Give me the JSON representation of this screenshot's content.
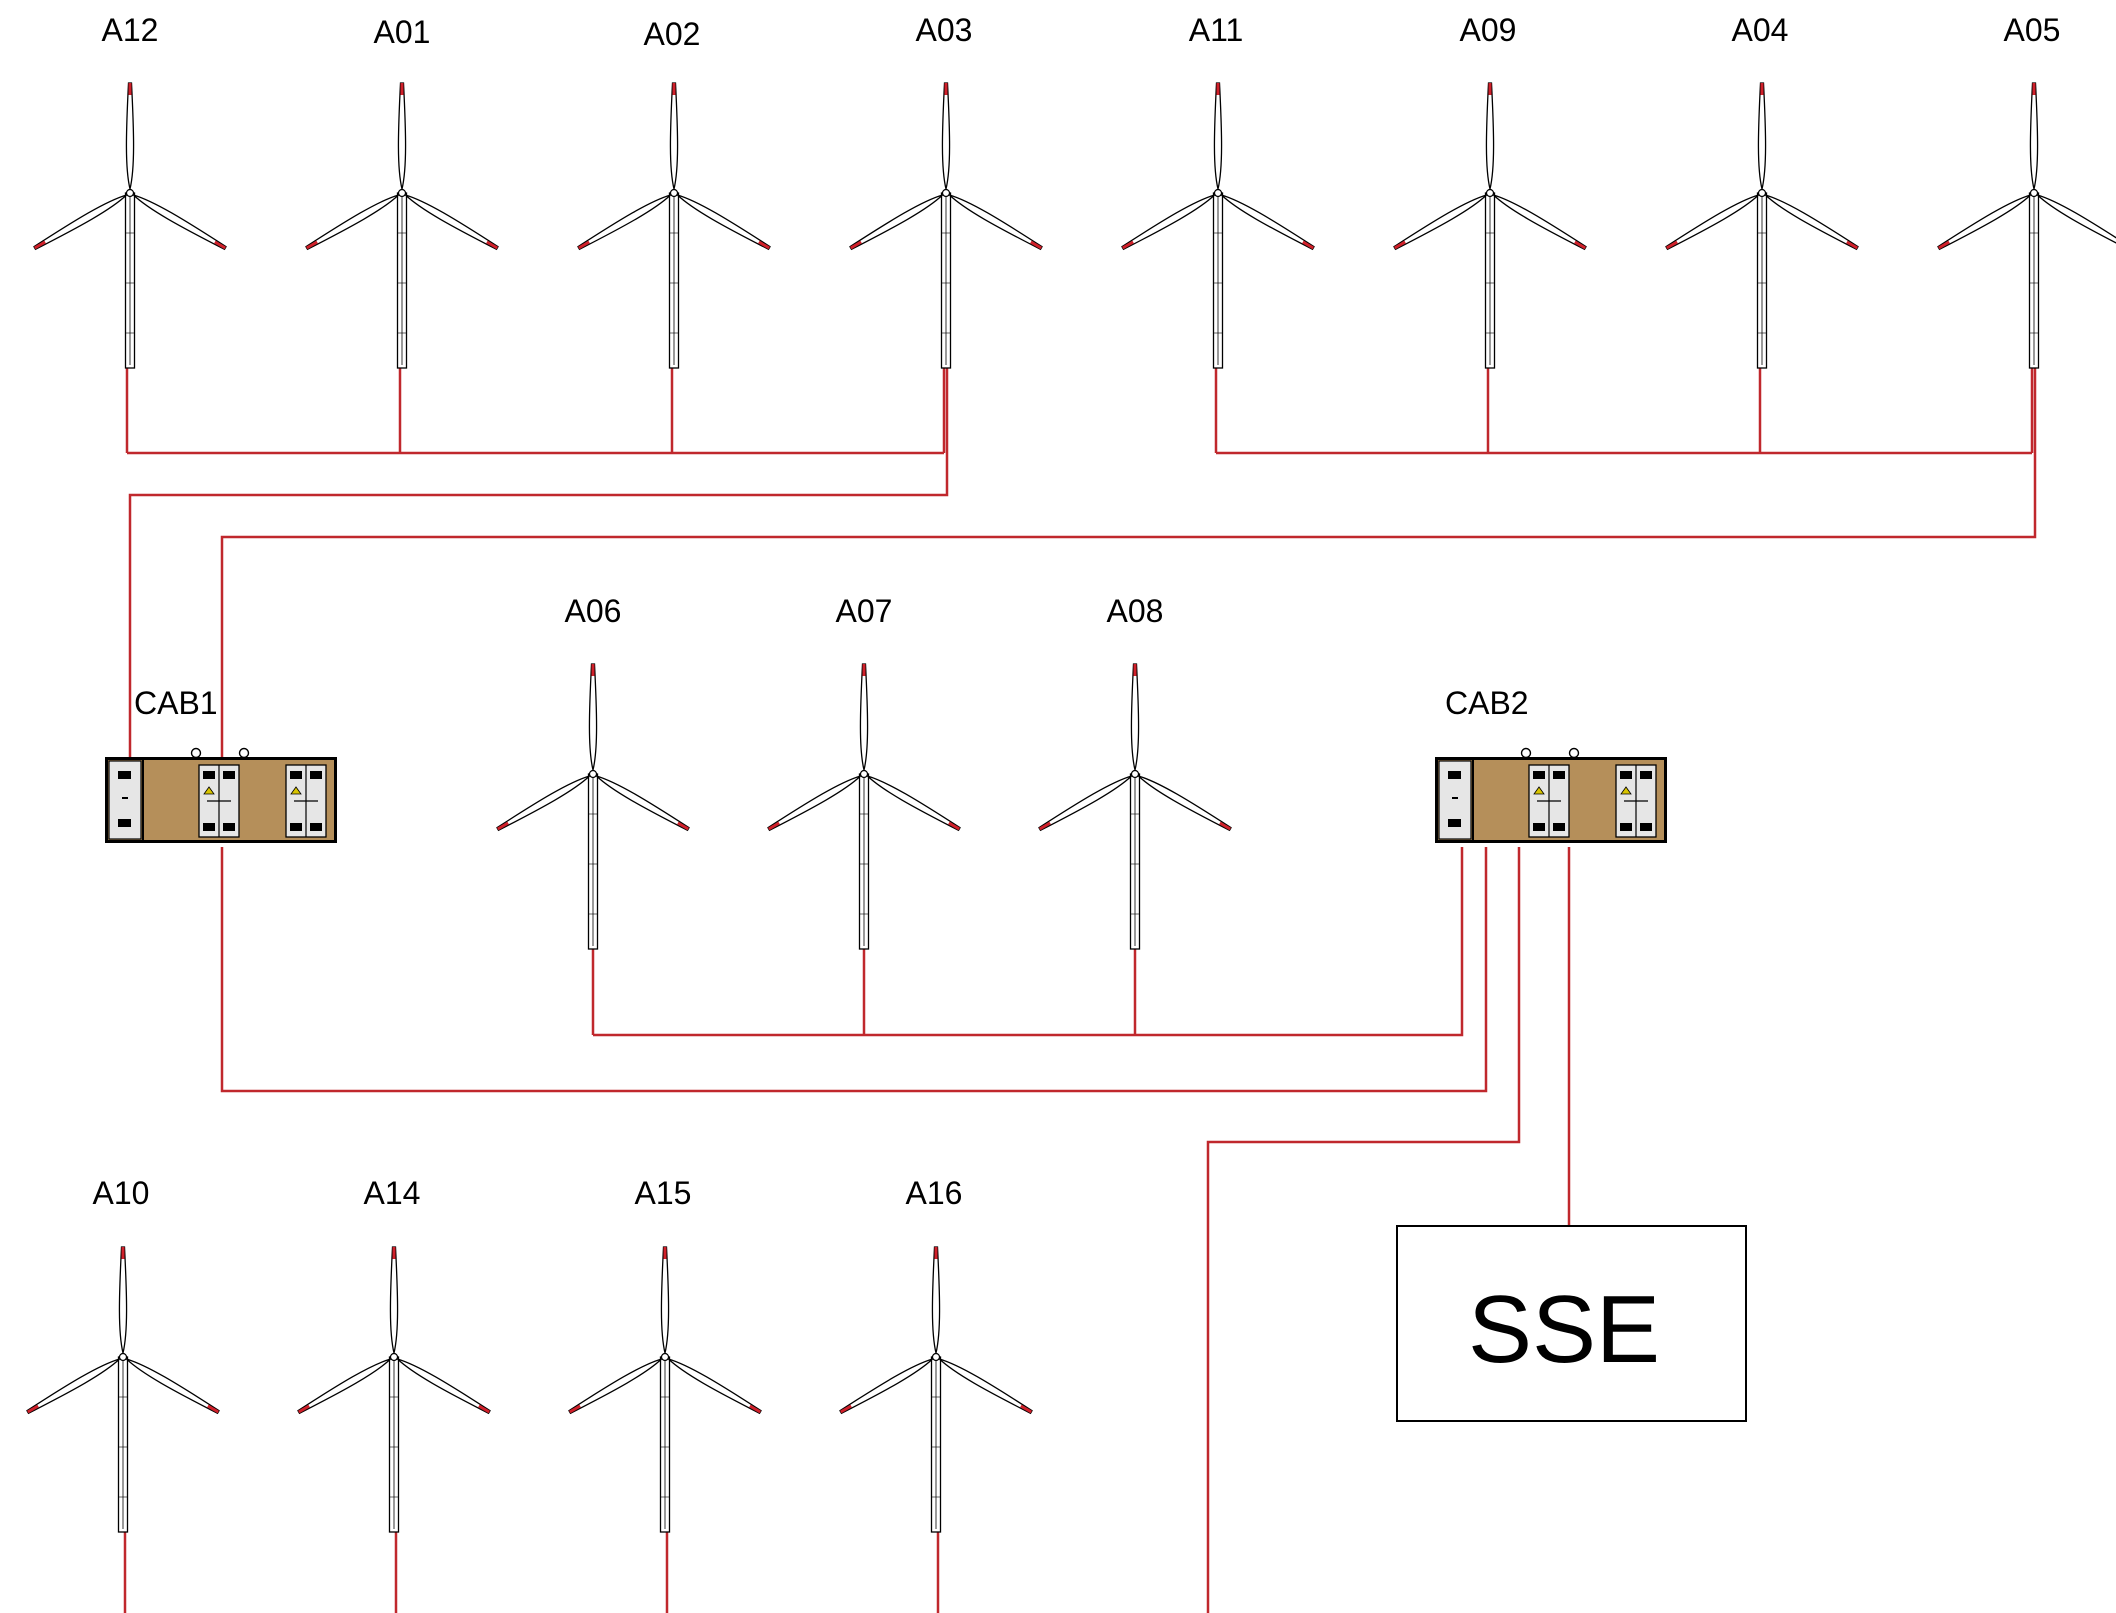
{
  "diagram": {
    "turbines": {
      "row1": [
        "A12",
        "A01",
        "A02",
        "A03",
        "A11",
        "A09",
        "A04",
        "A05"
      ],
      "row2": [
        "A06",
        "A07",
        "A08"
      ],
      "row3": [
        "A10",
        "A14",
        "A15",
        "A16"
      ]
    },
    "cabinets": [
      "CAB1",
      "CAB2"
    ],
    "substation": "SSE",
    "colors": {
      "cable": "#c0282d",
      "blade_tip": "#d0202a",
      "cabinet_body": "#b58f5a",
      "line": "#000000"
    }
  }
}
